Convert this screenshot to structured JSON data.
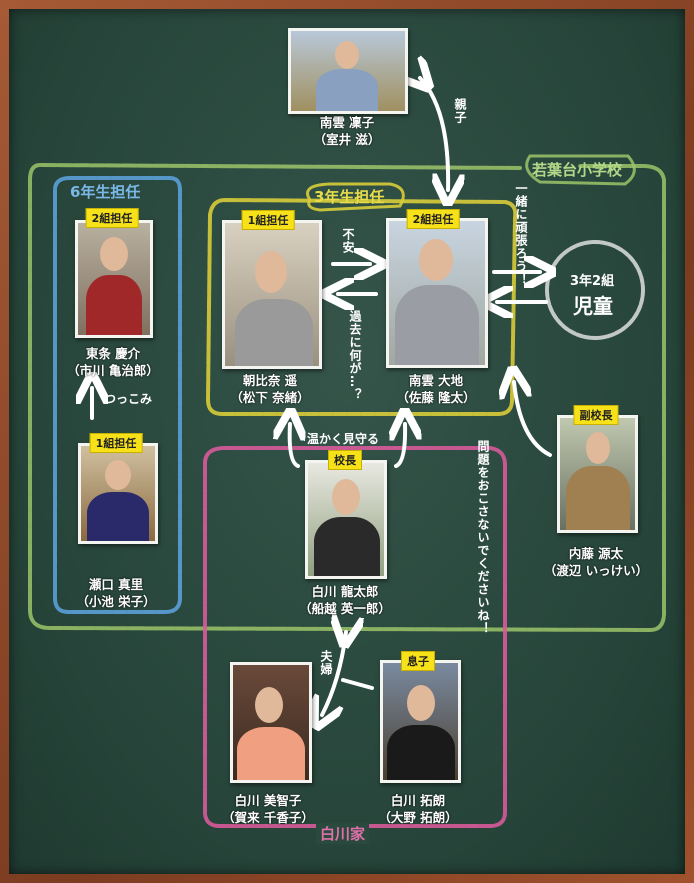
{
  "groups": {
    "school": "若葉台小学校",
    "grade6": "6年生担任",
    "grade3": "3年生担任",
    "family": "白川家",
    "class_circle": {
      "line1": "3年2組",
      "line2": "児童"
    }
  },
  "characters": [
    {
      "id": "rinko",
      "badge": "",
      "name": "南雲 凜子",
      "actor": "（室井 滋）"
    },
    {
      "id": "keisuke",
      "badge": "2組担任",
      "name": "東条 慶介",
      "actor": "（市川 亀治郎）"
    },
    {
      "id": "mari",
      "badge": "1組担任",
      "name": "瀬口 真里",
      "actor": "（小池 栄子）"
    },
    {
      "id": "haruka",
      "badge": "1組担任",
      "name": "朝比奈 遥",
      "actor": "（松下 奈緒）"
    },
    {
      "id": "daichi",
      "badge": "2組担任",
      "name": "南雲 大地",
      "actor": "（佐藤 隆太）"
    },
    {
      "id": "genta",
      "badge": "副校長",
      "name": "内藤 源太",
      "actor": "（渡辺 いっけい）"
    },
    {
      "id": "ryutaro",
      "badge": "校長",
      "name": "白川 龍太郎",
      "actor": "（船越 英一郎）"
    },
    {
      "id": "michiko",
      "badge": "",
      "name": "白川 美智子",
      "actor": "（賀来 千香子）"
    },
    {
      "id": "takuro",
      "badge": "息子",
      "name": "白川 拓朗",
      "actor": "（大野 拓朗）"
    }
  ],
  "relations": {
    "parent_child": "親子",
    "tsukkomi": "つっこみ",
    "anxiety": "不安",
    "past": "過去に何が…？",
    "together": "一緒に頑張ろう！",
    "watch": "温かく見守る",
    "no_trouble": "問題をおこさないでくださいね！",
    "couple": "夫婦"
  },
  "colors": {
    "board": "#2b4a3e",
    "school": "#9cc46a",
    "grade6": "#5aa0d8",
    "grade3": "#d8cc3a",
    "family": "#d85a9a",
    "badge": "#f7e21a"
  }
}
